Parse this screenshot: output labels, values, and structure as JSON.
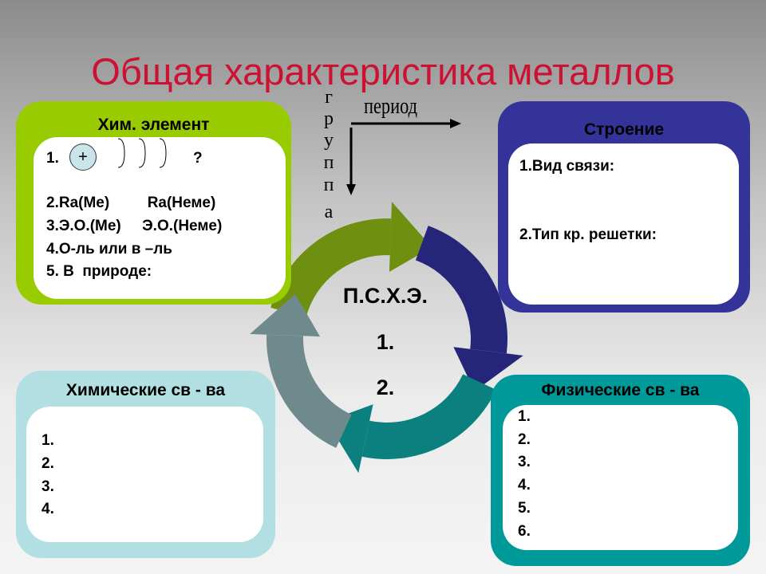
{
  "title": "Общая характеристика металлов",
  "table_axes": {
    "group_letters": [
      "г",
      "р",
      "у",
      "п",
      "п",
      "а"
    ],
    "period": "период"
  },
  "chem_element": {
    "header": "Хим. элемент",
    "line1_num": "1.",
    "atom_symbol": "+",
    "line1_q": "?",
    "lines": [
      "2.Ra(Me)         Ra(Неме)",
      "3.Э.О.(Ме)     Э.О.(Неме)",
      "4.О-ль или в –ль",
      "5. В  природе:"
    ],
    "color": "#99cc00"
  },
  "structure": {
    "header": "Строение",
    "lines": [
      "1.Вид связи:",
      "2.Тип кр. решетки:"
    ],
    "color": "#333399"
  },
  "chem_props": {
    "header": "Химические св - ва",
    "lines": [
      "1.",
      "2.",
      "3.",
      "4."
    ],
    "color": "#b2dfe2"
  },
  "phys_props": {
    "header": "Физические св - ва",
    "lines": [
      "1.",
      "2.",
      "3.",
      "4.",
      "5.",
      "6."
    ],
    "color": "#009999"
  },
  "center": {
    "label": "П.С.Х.Э.",
    "items": [
      "1.",
      "2."
    ]
  },
  "cycle_colors": [
    "#6f8f10",
    "#25257a",
    "#0c7f7f",
    "#6f8a8c"
  ]
}
